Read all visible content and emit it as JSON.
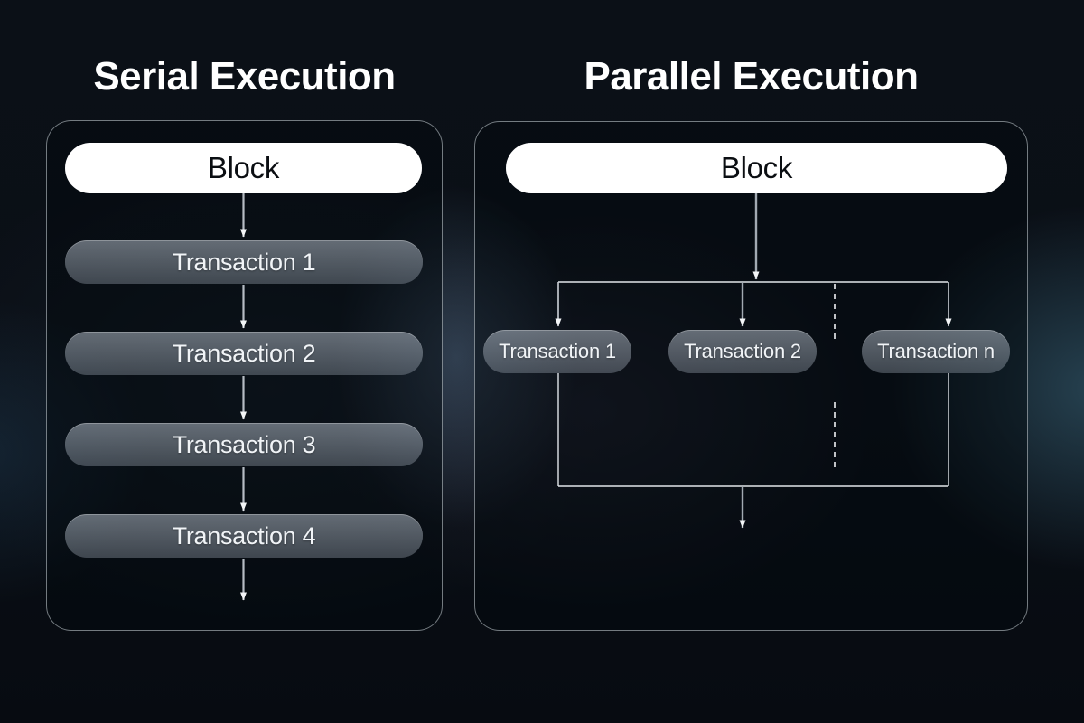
{
  "diagram": {
    "kind": "serial-vs-parallel-execution-flowchart",
    "serial": {
      "title": "Serial Execution",
      "block_label": "Block",
      "transactions": [
        "Transaction 1",
        "Transaction 2",
        "Transaction 3",
        "Transaction 4"
      ]
    },
    "parallel": {
      "title": "Parallel Execution",
      "block_label": "Block",
      "transactions": [
        "Transaction 1",
        "Transaction 2",
        "Transaction n"
      ]
    },
    "colors": {
      "background_base": "#0a0f16",
      "background_glow_teal": "#3e7086",
      "background_glow_slate": "#60809e",
      "panel_border": "#d0d8df",
      "title_text": "#ffffff",
      "block_node_bg": "#ffffff",
      "block_node_text": "#0b0e12",
      "transaction_node_bg": "#757e89",
      "transaction_node_text": "#f1f4f7",
      "connector_line_gray": "#a2aab2",
      "connector_line_light": "#e2e6ea",
      "arrowhead": "#f3f5f7"
    }
  }
}
